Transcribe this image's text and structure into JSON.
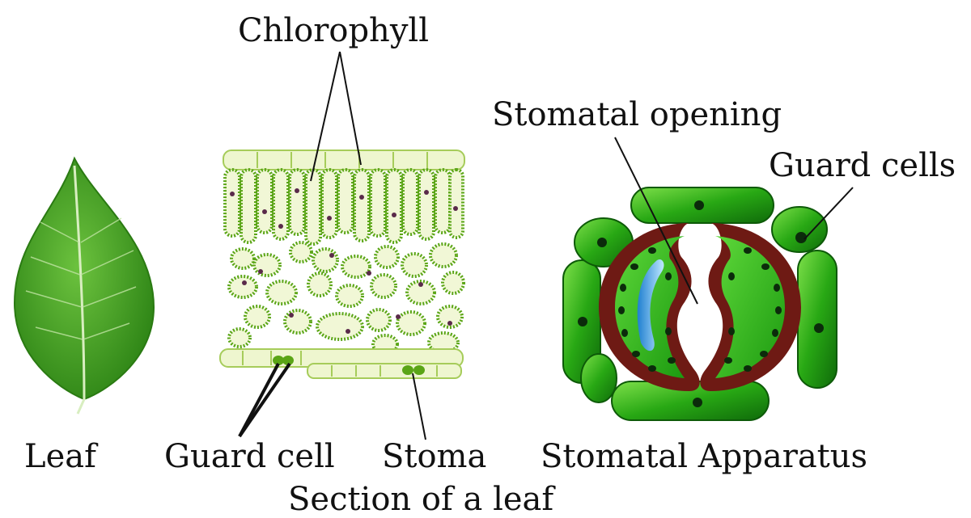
{
  "labels": {
    "chlorophyll": "Chlorophyll",
    "stomatal_opening": "Stomatal opening",
    "guard_cells": "Guard cells",
    "leaf": "Leaf",
    "guard_cell": "Guard cell",
    "stoma": "Stoma",
    "stomatal_apparatus": "Stomatal Apparatus",
    "caption": "Section of a leaf"
  },
  "colors": {
    "leaf_green": "#3f9a22",
    "leaf_vein": "#d8eec0",
    "cell_fill": "#f1f7d6",
    "cell_outline": "#5aa516",
    "chloroplast": "#3f8f1a",
    "nucleus": "#5a2a4a",
    "guard_dark_red": "#6e1a14",
    "guard_green": "#2fb818",
    "vacuole_blue": "#3aa0e6",
    "dots": "#0b2b0b"
  }
}
